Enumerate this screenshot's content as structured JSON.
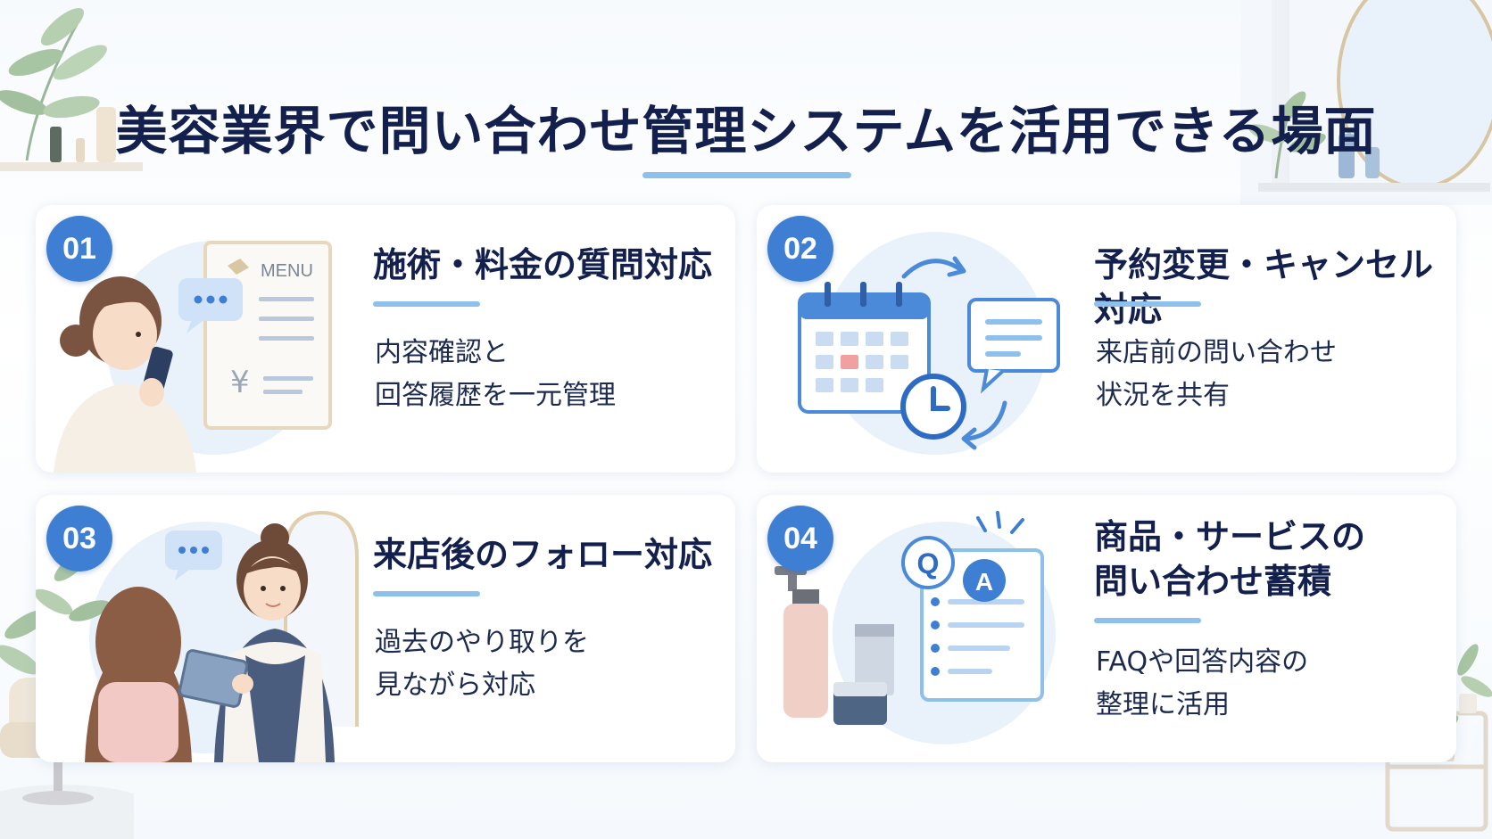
{
  "title": "美容業界で問い合わせ管理システムを活用できる場面",
  "colors": {
    "accent": "#3f7fd3",
    "line": "#8ec0ec",
    "navy": "#13204d"
  },
  "cards": [
    {
      "number": "01",
      "title": "施術・料金の質問対応",
      "description": "内容確認と\n回答履歴を一元管理",
      "illustration": {
        "menu_label": "MENU",
        "currency": "¥"
      }
    },
    {
      "number": "02",
      "title": "予約変更・キャンセル対応",
      "description": "来店前の問い合わせ\n状況を共有"
    },
    {
      "number": "03",
      "title": "来店後のフォロー対応",
      "description": "過去のやり取りを\n見ながら対応"
    },
    {
      "number": "04",
      "title": "商品・サービスの\n問い合わせ蓄積",
      "description": "FAQや回答内容の\n整理に活用",
      "illustration": {
        "q_label": "Q",
        "a_label": "A"
      }
    }
  ]
}
